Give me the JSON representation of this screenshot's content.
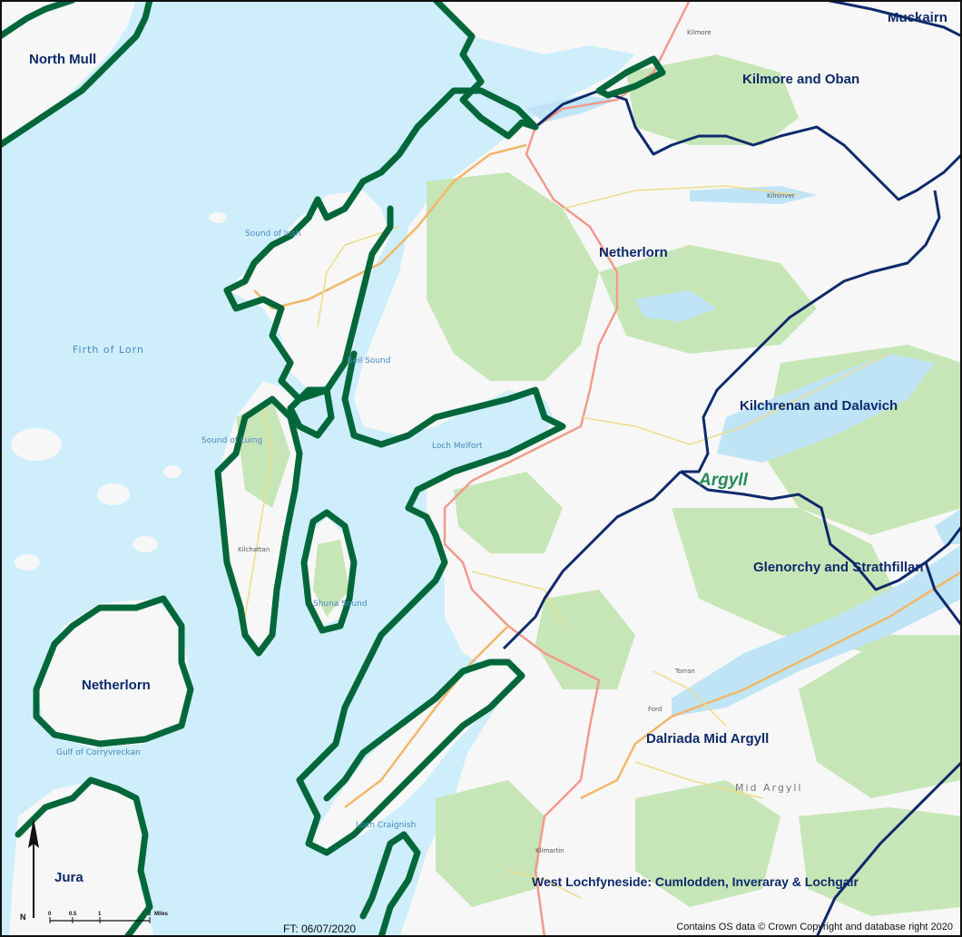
{
  "map": {
    "ward_labels": [
      {
        "id": "muckairn",
        "text": "Muckairn"
      },
      {
        "id": "north-mull",
        "text": "North Mull"
      },
      {
        "id": "kilmore-oban",
        "text": "Kilmore and Oban"
      },
      {
        "id": "netherlorn-main",
        "text": "Netherlorn"
      },
      {
        "id": "kilchrenan",
        "text": "Kilchrenan and Dalavich"
      },
      {
        "id": "glenorchy",
        "text": "Glenorchy and Strathfillan"
      },
      {
        "id": "netherlorn-island",
        "text": "Netherlorn"
      },
      {
        "id": "dalriada",
        "text": "Dalriada Mid Argyll"
      },
      {
        "id": "jura",
        "text": "Jura"
      },
      {
        "id": "west-lochfyneside",
        "text": "West Lochfyneside: Cumlodden, Inveraray & Lochgair"
      }
    ],
    "water_labels": [
      {
        "id": "firth-of-lorn",
        "text": "Firth of Lorn"
      },
      {
        "id": "sound-of-insh",
        "text": "Sound of Insh"
      },
      {
        "id": "seil-sound",
        "text": "Seil Sound"
      },
      {
        "id": "sound-of-luing",
        "text": "Sound of Luing"
      },
      {
        "id": "loch-melfort",
        "text": "Loch Melfort"
      },
      {
        "id": "shuna-sound",
        "text": "Shuna Sound"
      },
      {
        "id": "gulf-of-corryvreckan",
        "text": "Gulf of Corryvreckan"
      },
      {
        "id": "loch-craignish",
        "text": "Loch Craignish"
      }
    ],
    "settlement_labels": [
      {
        "id": "kilmore",
        "text": "Kilmore"
      },
      {
        "id": "kilninver",
        "text": "Kilninver"
      },
      {
        "id": "kilchattan",
        "text": "Kilchattan"
      },
      {
        "id": "kilmartin",
        "text": "Kilmartin"
      },
      {
        "id": "ford",
        "text": "Ford"
      },
      {
        "id": "torran",
        "text": "Torran"
      }
    ],
    "region_label": "Argyll",
    "area_label": "Mid Argyll",
    "copyright": "Contains OS data © Crown Copyright and database right 2020",
    "footer_date": "FT: 06/07/2020",
    "north_letter": "N",
    "scale": {
      "ticks": [
        "0",
        "0.5",
        "1",
        "2"
      ],
      "unit": "Miles"
    },
    "colors": {
      "sea": "#cdeefa",
      "land": "#f7f7f7",
      "woodland": "#c7e6b7",
      "loch": "#bfe4f6",
      "ward_boundary": "#0d2a6b",
      "council_boundary": "#00673a",
      "a_road": "#f29a8b",
      "b_road": "#f2b76a",
      "minor_road": "#ecdc8a"
    }
  }
}
